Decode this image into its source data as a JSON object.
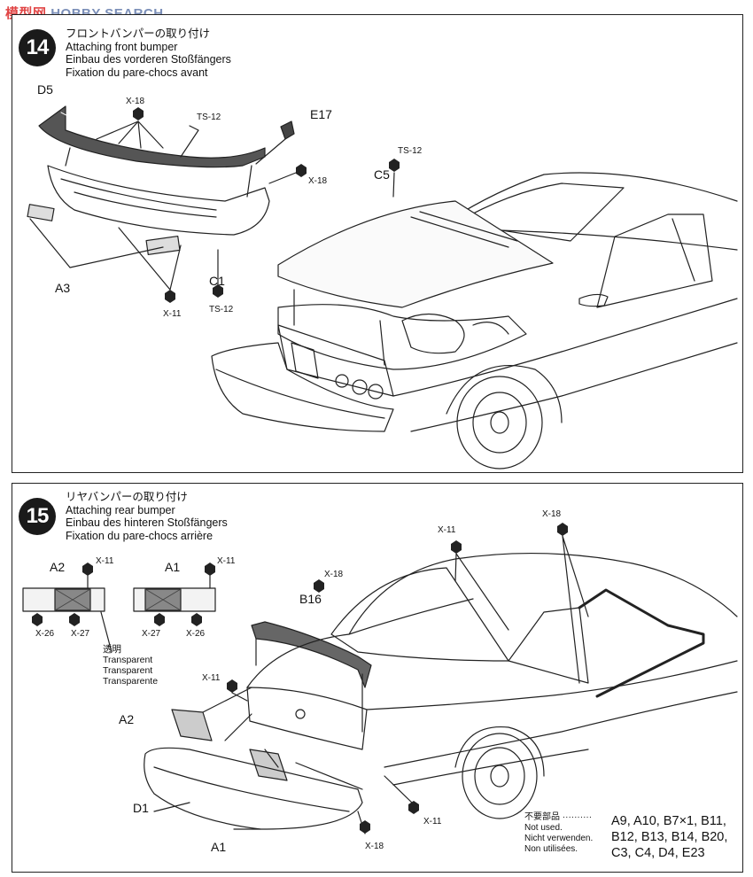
{
  "watermark": {
    "cjk": "模型网",
    "text": "HOBBY SEARCH"
  },
  "step14": {
    "number": "14",
    "title_jp": "フロントバンパーの取り付け",
    "title_en": "Attaching front bumper",
    "title_de": "Einbau des vorderen Stoßfängers",
    "title_fr": "Fixation du pare-chocs avant",
    "labels": {
      "d5": "D5",
      "x18a": "X-18",
      "ts12a": "TS-12",
      "e17": "E17",
      "x18b": "X-18",
      "ts12b": "TS-12",
      "c5": "C5",
      "a3": "A3",
      "c1": "C1",
      "x11": "X-11",
      "ts12c": "TS-12"
    }
  },
  "step15": {
    "number": "15",
    "title_jp": "リヤバンパーの取り付け",
    "title_en": "Attaching rear bumper",
    "title_de": "Einbau des hinteren Stoßfängers",
    "title_fr": "Fixation du pare-chocs arrière",
    "labels": {
      "a2a": "A2",
      "x11a": "X-11",
      "a1a": "A1",
      "x11b": "X-11",
      "x26a": "X-26",
      "x27a": "X-27",
      "x27b": "X-27",
      "x26b": "X-26",
      "x11c": "X-11",
      "x18a": "X-18",
      "b16": "B16",
      "x18b": "X-18",
      "x11d": "X-11",
      "a2b": "A2",
      "d1": "D1",
      "a1b": "A1",
      "x11e": "X-11",
      "x18c": "X-18"
    },
    "transparent": {
      "jp": "透明",
      "en": "Transparent",
      "de": "Transparent",
      "fr": "Transparente"
    },
    "not_used": {
      "jp": "不要部品",
      "en": "Not used.",
      "de": "Nicht verwenden.",
      "fr": "Non utilisées.",
      "parts_line1": "A9, A10, B7×1, B11,",
      "parts_line2": "B12, B13, B14, B20,",
      "parts_line3": "C3, C4, D4, E23"
    }
  }
}
